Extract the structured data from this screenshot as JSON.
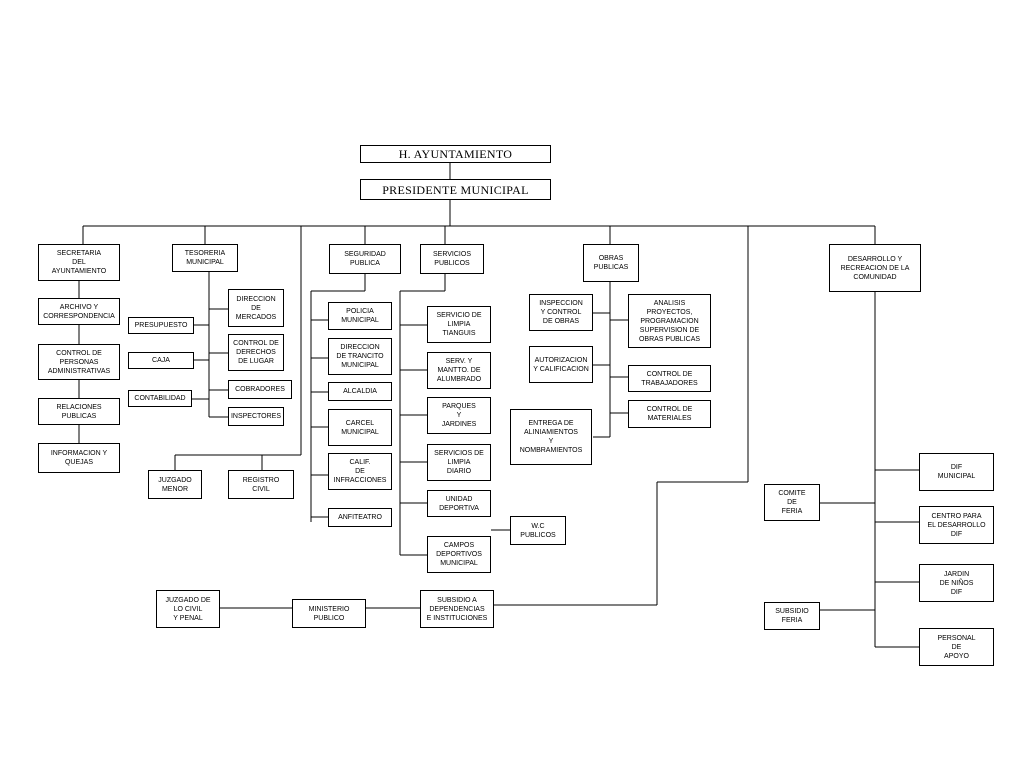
{
  "nodes": {
    "h_ayuntamiento": "H. AYUNTAMIENTO",
    "presidente_municipal": "PRESIDENTE MUNICIPAL",
    "secretaria": "SECRETARIA\nDEL\nAYUNTAMIENTO",
    "archivo": "ARCHIVO Y\nCORRESPONDENCIA",
    "control_personas": "CONTROL DE\nPERSONAS\nADMINISTRATIVAS",
    "relaciones": "RELACIONES\nPUBLICAS",
    "informacion": "INFORMACION Y\nQUEJAS",
    "tesoreria": "TESORERIA\nMUNICIPAL",
    "presupuesto": "PRESUPUESTO",
    "caja": "CAJA",
    "contabilidad": "CONTABILIDAD",
    "direccion_mercados": "DIRECCION\nDE\nMERCADOS",
    "control_derechos": "CONTROL DE\nDERECHOS\nDE LUGAR",
    "cobradores": "COBRADORES",
    "inspectores": "INSPECTORES",
    "juzgado_menor": "JUZGADO\nMENOR",
    "registro_civil": "REGISTRO\nCIVIL",
    "seguridad": "SEGURIDAD\nPUBLICA",
    "policia": "POLICIA\nMUNICIPAL",
    "transito": "DIRECCION\nDE TRANCITO\nMUNICIPAL",
    "alcaldia": "ALCALDIA",
    "carcel": "CARCEL\nMUNICIPAL",
    "calif": "CALIF.\nDE\nINFRACCIONES",
    "anfiteatro": "ANFITEATRO",
    "servicios": "SERVICIOS\nPUBLICOS",
    "limpia_tianguis": "SERVICIO DE\nLIMPIA\nTIANGUIS",
    "alumbrado": "SERV. Y\nMANTTO. DE\nALUMBRADO",
    "parques": "PARQUES\nY\nJARDINES",
    "limpia_diario": "SERVICIOS DE\nLIMPIA\nDIARIO",
    "unidad_deportiva": "UNIDAD\nDEPORTIVA",
    "wc": "W.C\nPUBLICOS",
    "campos": "CAMPOS\nDEPORTIVOS\nMUNICIPAL",
    "obras": "OBRAS\nPUBLICAS",
    "inspeccion": "INSPECCION\nY CONTROL\nDE OBRAS",
    "autorizacion": "AUTORIZACION\nY CALIFICACION",
    "entrega": "ENTREGA DE\nALINIAMIENTOS\nY\nNOMBRAMIENTOS",
    "analisis": "ANALISIS\nPROYECTOS,\nPROGRAMACION\nSUPERVISION DE\nOBRAS PUBLICAS",
    "control_trabajadores": "CONTROL DE\nTRABAJADORES",
    "control_materiales": "CONTROL DE\nMATERIALES",
    "desarrollo": "DESARROLLO Y\nRECREACION DE LA\nCOMUNIDAD",
    "comite_feria": "COMITE\nDE\nFERIA",
    "subsidio_feria": "SUBSIDIO\nFERIA",
    "dif_municipal": "DIF\nMUNICIPAL",
    "centro_dif": "CENTRO PARA\nEL DESARROLLO\nDIF",
    "jardin_dif": "JARDIN\nDE NIÑOS\nDIF",
    "personal_apoyo": "PERSONAL\nDE\nAPOYO",
    "juzgado_civil": "JUZGADO DE\nLO CIVIL\nY PENAL",
    "ministerio": "MINISTERIO\nPUBLICO",
    "subsidio_dependencias": "SUBSIDIO A\nDEPENDENCIAS\nE INSTITUCIONES"
  }
}
